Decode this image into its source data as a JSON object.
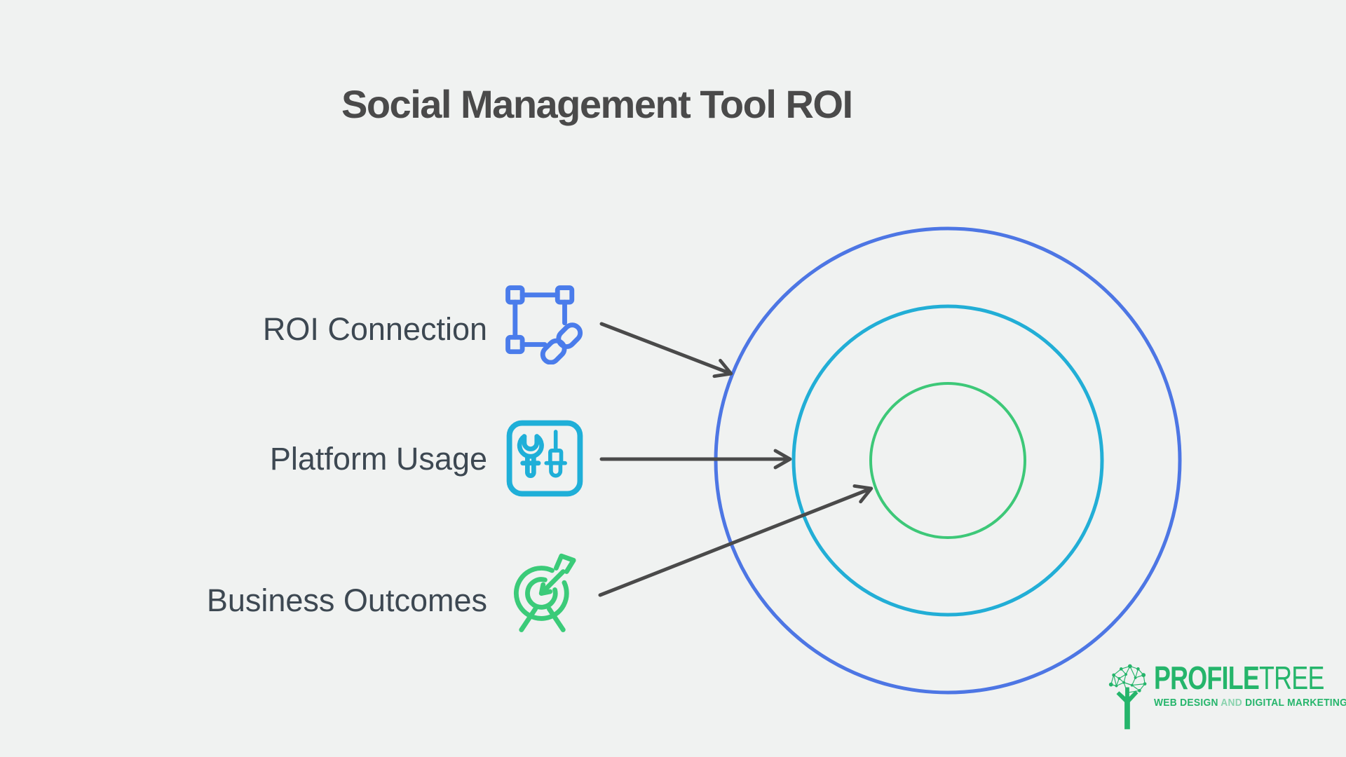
{
  "title": "Social Management Tool ROI",
  "items": [
    {
      "label": "ROI Connection",
      "icon": "selection-link-icon",
      "color": "#4a7ceb"
    },
    {
      "label": "Platform Usage",
      "icon": "tools-icon",
      "color": "#1fafd8"
    },
    {
      "label": "Business Outcomes",
      "icon": "target-arrow-icon",
      "color": "#3bcb79"
    }
  ],
  "diagram": {
    "rings": [
      {
        "name": "outer-ring",
        "color": "#4d76e4"
      },
      {
        "name": "middle-ring",
        "color": "#22aed6"
      },
      {
        "name": "inner-ring",
        "color": "#3dc878"
      }
    ],
    "arrow_color": "#4a4a4a"
  },
  "logo": {
    "brand_bold": "PROFILE",
    "brand_light": "TREE",
    "tagline_lead": "WEB DESIGN ",
    "tagline_and": "AND",
    "tagline_tail": " DIGITAL MARKETING",
    "green": "#25b56b",
    "and_color": "#8ad3ae"
  },
  "colors": {
    "background": "#f0f2f1",
    "title_text": "#4a4a4a",
    "label_text": "#3d4852"
  }
}
